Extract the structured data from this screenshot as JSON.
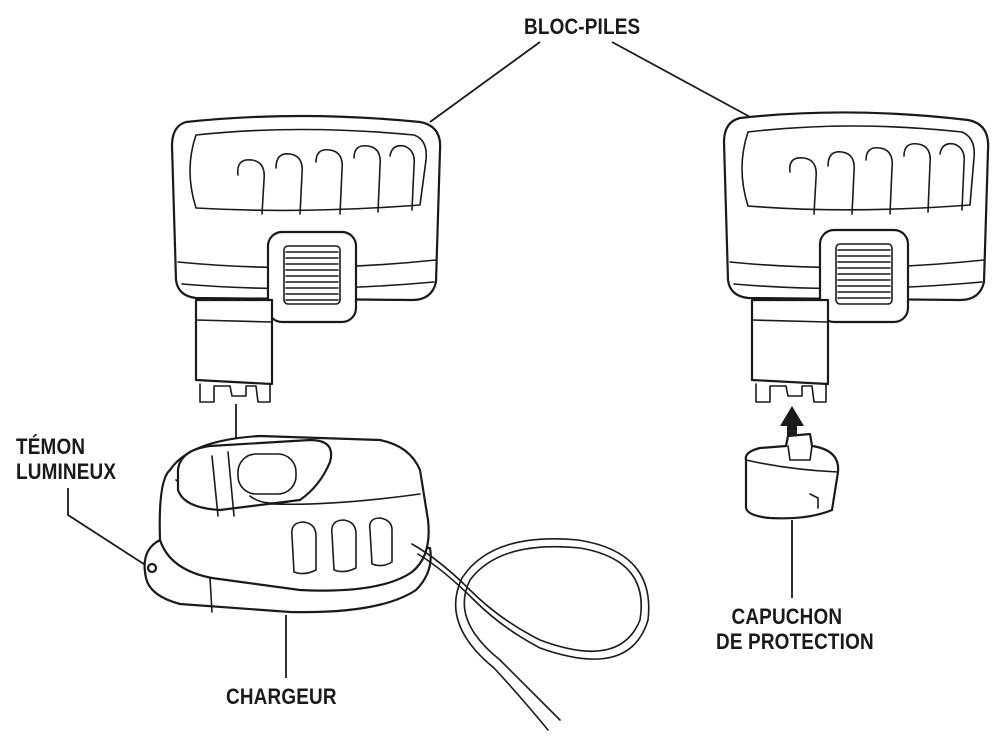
{
  "labels": {
    "battery_packs": "BLOC-PILES",
    "indicator_light": [
      "TÉMON",
      "LUMINEUX"
    ],
    "charger": "CHARGEUR",
    "protective_cap": [
      "CAPUCHON",
      "DE PROTECTION"
    ]
  },
  "colors": {
    "ink": "#1a1a1a",
    "background": "#ffffff"
  }
}
